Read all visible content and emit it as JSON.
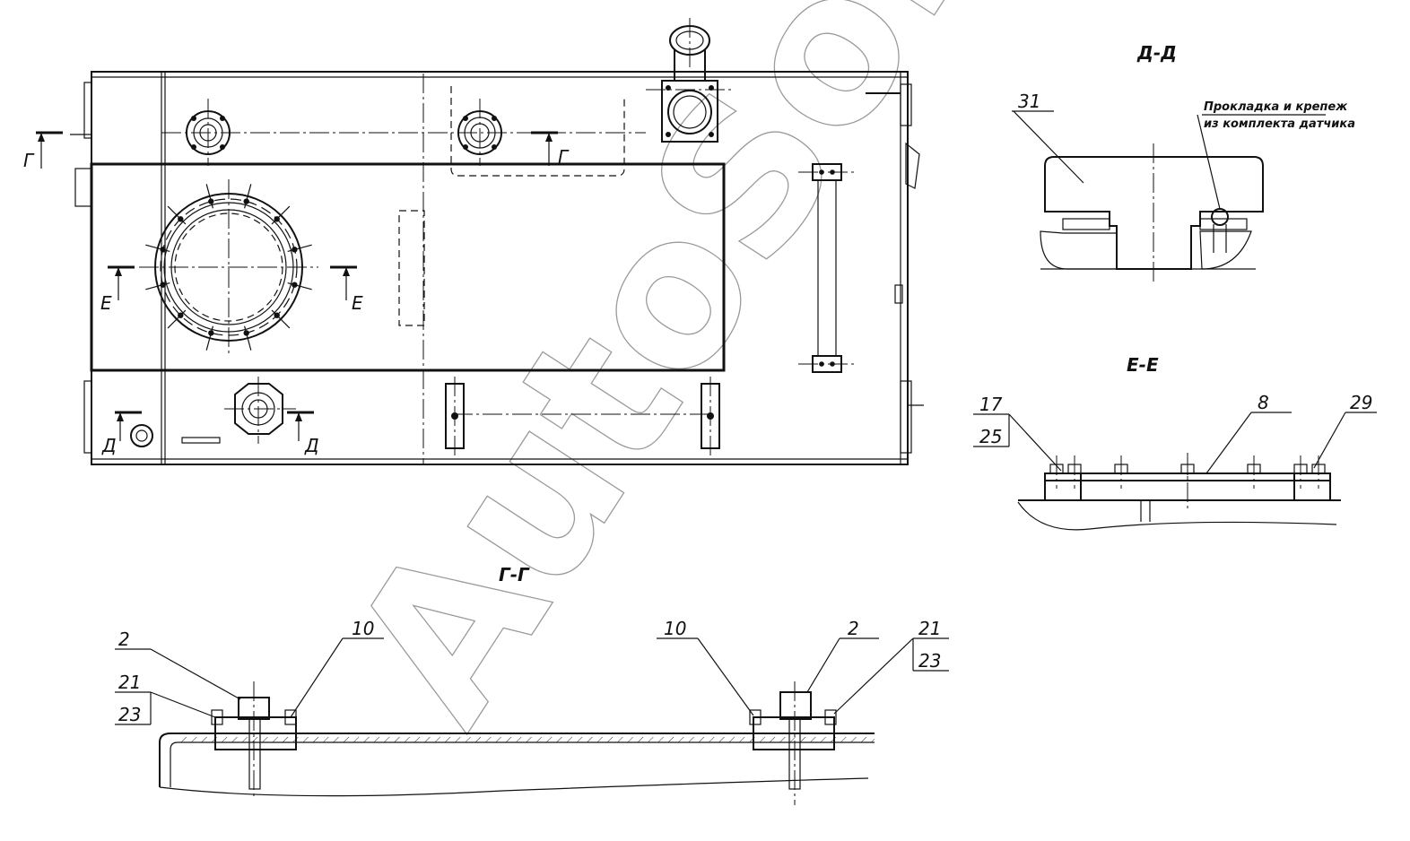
{
  "sections": {
    "d_d": "Д-Д",
    "e_e": "Е-Е",
    "g_g": "Г-Г"
  },
  "section_markers": {
    "g": "Г",
    "e": "Е",
    "d": "Д"
  },
  "callouts": {
    "c31": "31",
    "c17": "17",
    "c25": "25",
    "c8": "8",
    "c29": "29",
    "c2": "2",
    "c10": "10",
    "c21": "21",
    "c23": "23"
  },
  "note": {
    "line1": "Прокладка и крепеж",
    "line2": "из комплекта датчика"
  },
  "watermark": "AutoSoft"
}
